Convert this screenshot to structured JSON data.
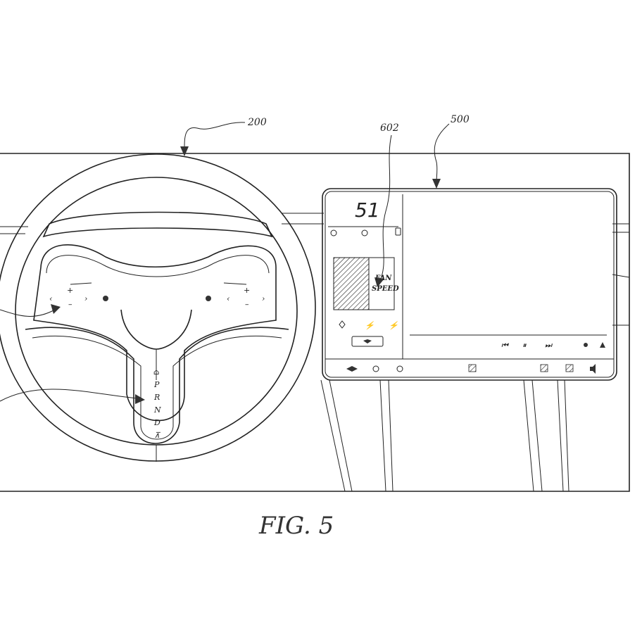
{
  "figure": {
    "caption": "FIG. 5"
  },
  "references": {
    "steering_wheel": "200",
    "display": "500",
    "fan_speed_control": "602"
  },
  "display": {
    "speed": "51",
    "fan_speed_line1": "FAN",
    "fan_speed_line2": "SPEED"
  },
  "gear_selector": {
    "gears": [
      "P",
      "R",
      "N",
      "D"
    ]
  },
  "icons": [
    "car-icon",
    "circle-icon",
    "phone-icon",
    "diamond-icon",
    "lightning-icon",
    "pill-button-icon",
    "previous-track-icon",
    "pause-icon",
    "next-track-icon",
    "volume-icon",
    "seat-heater-icon",
    "defrost-icon"
  ]
}
